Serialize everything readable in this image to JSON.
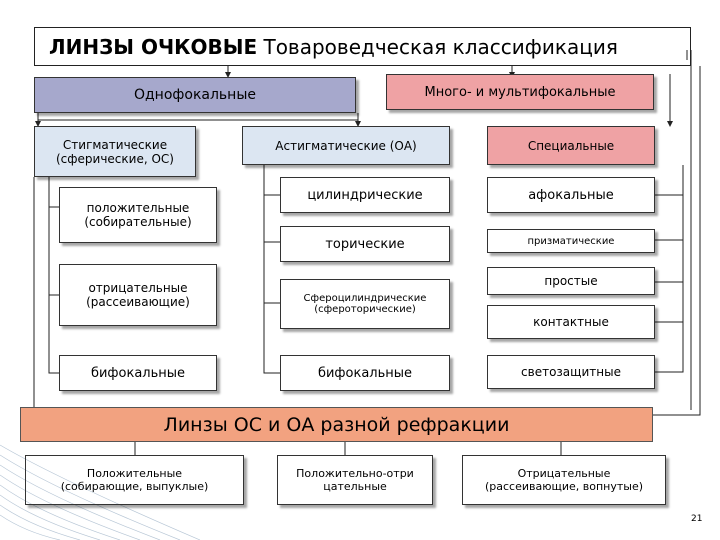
{
  "title_bold": "ЛИНЗЫ ОЧКОВЫЕ",
  "title_rest": " Товароведческая классификация",
  "monofocal": "Однофокальные",
  "multifocal": "Много- и мультифокальные",
  "stigmatic_l1": "Стигматические",
  "stigmatic_l2": "(сферические, ОС)",
  "astigmatic": "Астигматические (ОА)",
  "special": "Специальные",
  "stig_items": {
    "positive_l1": "положительные",
    "positive_l2": "(собирательные)",
    "negative_l1": "отрицательные",
    "negative_l2": "(рассеивающие)",
    "bifocal": "бифокальные"
  },
  "astig_items": {
    "cylindrical": "цилиндрические",
    "toric": "торические",
    "spherocyl_l1": "Сфероцилиндрические",
    "spherocyl_l2": "(сфероторические)",
    "bifocal": "бифокальные"
  },
  "special_items": {
    "afocal": "афокальные",
    "prismatic": "призматические",
    "simple": "простые",
    "contact": "контактные",
    "sunprotect": "светозащитные"
  },
  "mixed": "Линзы ОС и ОА разной рефракции",
  "bottom": {
    "positive_l1": "Положительные",
    "positive_l2": "(собирающие, выпуклые)",
    "posneg_l1": "Положительно-отри",
    "posneg_l2": "цательные",
    "negative_l1": "Отрицательные",
    "negative_l2": "(рассеивающие, вопнутые)"
  },
  "page_number": "21",
  "colors": {
    "blue": "#a6a8cc",
    "pink": "#efa2a4",
    "lightblue": "#dce6f2",
    "orange": "#f2a280"
  }
}
